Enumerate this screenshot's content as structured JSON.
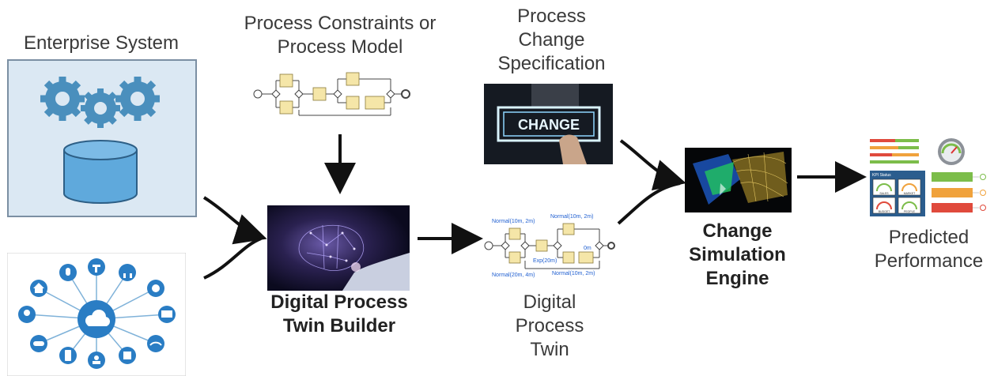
{
  "labels": {
    "enterprise_system": "Enterprise System",
    "process_constraints": [
      "Process Constraints or",
      "Process Model"
    ],
    "process_change": [
      "Process",
      "Change",
      "Specification"
    ],
    "digital_process_twin_builder": [
      "Digital Process",
      "Twin Builder"
    ],
    "digital_process_twin": [
      "Digital",
      "Process",
      "Twin"
    ],
    "change_simulation_engine": [
      "Change",
      "Simulation",
      "Engine"
    ],
    "predicted_performance": [
      "Predicted",
      "Performance"
    ]
  },
  "change_image_text": "CHANGE",
  "twin_model_annotations": [
    "Normal(10m, 2m)",
    "Normal(10m, 2m)",
    "Normal(20m, 4m)",
    "Exp(20m)",
    "Normal(10m, 2m)",
    "0m"
  ],
  "dashboard": {
    "panel_title": "KPI Status",
    "gauges": [
      "SALES",
      "MARKET",
      "BUDGET",
      "PEOPLE"
    ],
    "status_colors": [
      "#7cbd4a",
      "#f0a23c",
      "#e04a3c"
    ]
  },
  "colors": {
    "gear": "#4a8fbd",
    "enterprise_bg": "#dbe8f3",
    "iot_accent": "#2a7dc4"
  }
}
